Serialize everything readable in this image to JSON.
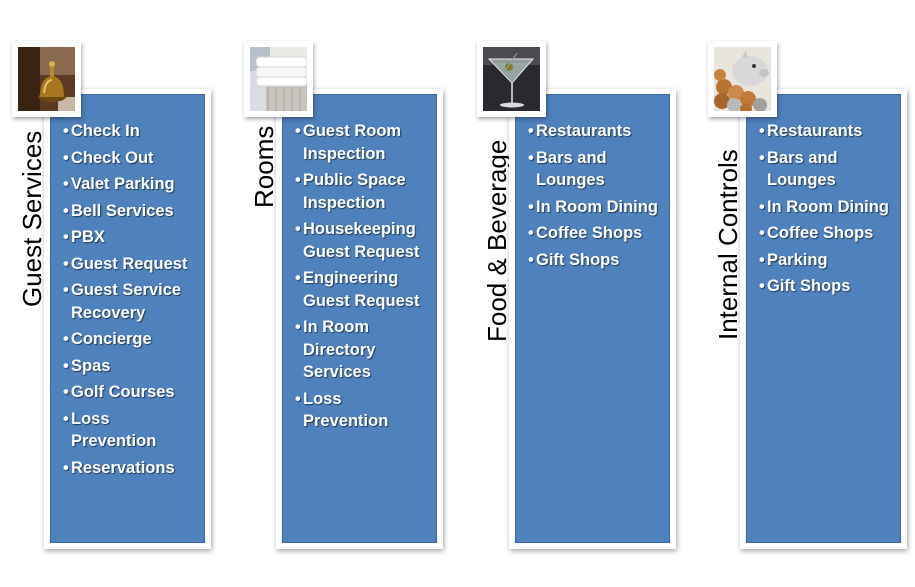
{
  "columns": [
    {
      "title": "Guest Services",
      "image": "hotel-bell-icon",
      "items": [
        "Check In",
        "Check Out",
        "Valet Parking",
        "Bell Services",
        "PBX",
        "Guest Request",
        "Guest Service Recovery",
        "Concierge",
        "Spas",
        "Golf Courses",
        "Loss Prevention",
        "Reservations"
      ]
    },
    {
      "title": "Rooms",
      "image": "bed-linens-icon",
      "items": [
        "Guest Room Inspection",
        "Public Space Inspection",
        "Housekeeping Guest Request",
        "Engineering Guest Request",
        "In Room Directory Services",
        "Loss Prevention"
      ]
    },
    {
      "title": "Food & Beverage",
      "image": "martini-glass-icon",
      "items": [
        "Restaurants",
        "Bars and Lounges",
        "In Room Dining",
        "Coffee Shops",
        "Gift Shops"
      ]
    },
    {
      "title": "Internal Controls",
      "image": "piggy-bank-coins-icon",
      "items": [
        "Restaurants",
        "Bars and Lounges",
        "In Room Dining",
        "Coffee Shops",
        "Parking",
        "Gift Shops"
      ]
    }
  ],
  "bullet": "•",
  "colors": {
    "panel": "#4f81bd",
    "panel_border": "#3f6a9c",
    "item_text": "#ffffff",
    "title_text": "#000000"
  }
}
